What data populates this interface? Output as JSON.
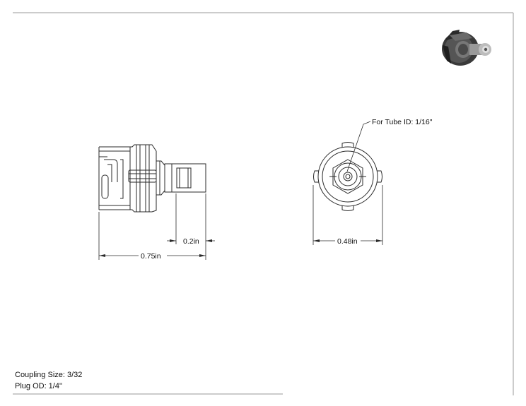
{
  "dimensions": {
    "overall_length": "0.75in",
    "plug_length": "0.2in",
    "diameter": "0.48in"
  },
  "callout": {
    "tube_id": "For Tube ID: 1/16\""
  },
  "notes": {
    "coupling_size": "Coupling Size: 3/32",
    "plug_od": "Plug OD: 1/4\""
  },
  "icons": [
    "coupling-3d-thumbnail-icon"
  ],
  "colors": {
    "line": "#2a2a2a",
    "border": "#9a9a9a"
  }
}
